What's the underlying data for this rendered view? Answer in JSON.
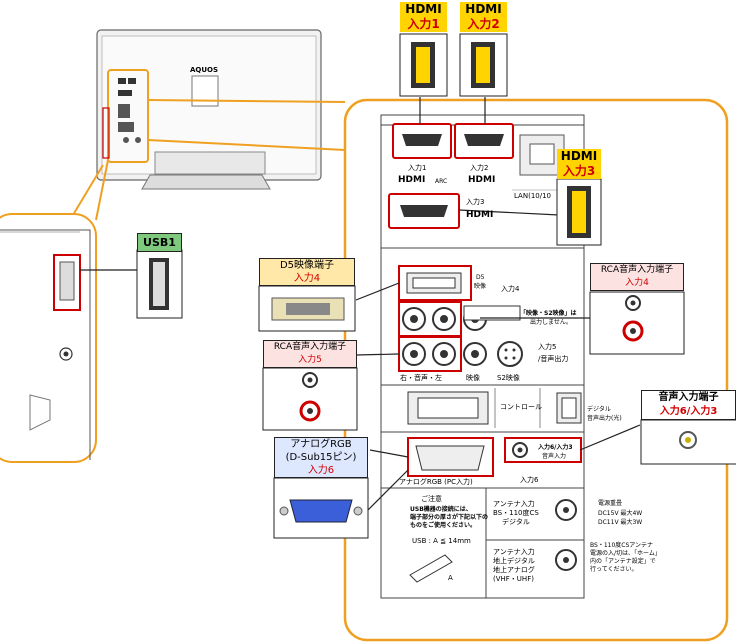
{
  "tv": {
    "brand": "AQUOS"
  },
  "callouts": {
    "hdmi1": {
      "line1": "HDMI",
      "line2": "入力1"
    },
    "hdmi2": {
      "line1": "HDMI",
      "line2": "入力2"
    },
    "hdmi3": {
      "line1": "HDMI",
      "line2": "入力3"
    },
    "usb1": {
      "title": "USB1"
    },
    "d5": {
      "line1": "D5映像端子",
      "line2": "入力4"
    },
    "rca4": {
      "line1": "RCA音声入力端子",
      "line2": "入力4"
    },
    "rca5": {
      "line1": "RCA音声入力端子",
      "line2": "入力5"
    },
    "analog": {
      "line1": "アナログRGB",
      "line2": "(D-Sub15ピン)",
      "line3": "入力6"
    },
    "audio_in": {
      "line1": "音声入力端子",
      "line2": "入力6/入力3"
    }
  },
  "panel": {
    "hdmi1_label": "入力1",
    "hdmi1_logo": "HDMI",
    "hdmi1_arc": "ARC",
    "hdmi2_label": "入力2",
    "hdmi2_logo": "HDMI",
    "hdmi3_label": "入力3",
    "hdmi3_logo": "HDMI",
    "lan_label": "LAN(10/10",
    "d5_label_a": "D5",
    "d5_label_b": "映像",
    "input4_label": "入力4",
    "warning_a": "「映像・S2映像」は",
    "warning_b": "出力しません。",
    "input5_label": "入力5",
    "audio_out_label": "/音声出力",
    "rca_caption": "右・音声・左",
    "video_caption": "映像",
    "s2_caption": "S2映像",
    "control_label": "コントロール",
    "digital_out_a": "デジタル",
    "digital_out_b": "音声出力(光)",
    "input6_3_a": "入力6/入力3",
    "input6_3_b": "音声入力",
    "input6_label": "入力6",
    "rgb_caption": "アナログRGB (PC入力)",
    "notice_title": "ご注意",
    "notice_a": "USB機器の接続には、",
    "notice_b": "端子部分の厚さが下記以下の",
    "notice_c": "ものをご使用ください。",
    "usb_spec": "USB  :  A ≦ 14mm",
    "usb_a": "A",
    "antenna_bs_a": "アンテナ入力",
    "antenna_bs_b": "BS・110度CS",
    "antenna_bs_c": "デジタル",
    "power_a": "電源重畳",
    "power_b": "DC15V   最大4W",
    "power_c": "DC11V   最大3W",
    "antenna_ter_a": "アンテナ入力",
    "antenna_ter_b": "地上デジタル",
    "antenna_ter_c": "地上アナログ",
    "antenna_ter_d": "(VHF・UHF)",
    "bs_note_a": "BS・110度CSアンテナ",
    "bs_note_b": "電源の入/切は、「ホーム」",
    "bs_note_c": "内の「アンテナ設定」で",
    "bs_note_d": "行ってください。"
  },
  "colors": {
    "orange": "#f0a020",
    "red": "#d10000",
    "yellow": "#ffd400",
    "green": "#7ec97e",
    "pink": "#fde2e2",
    "blue_box": "#dde8ff"
  }
}
